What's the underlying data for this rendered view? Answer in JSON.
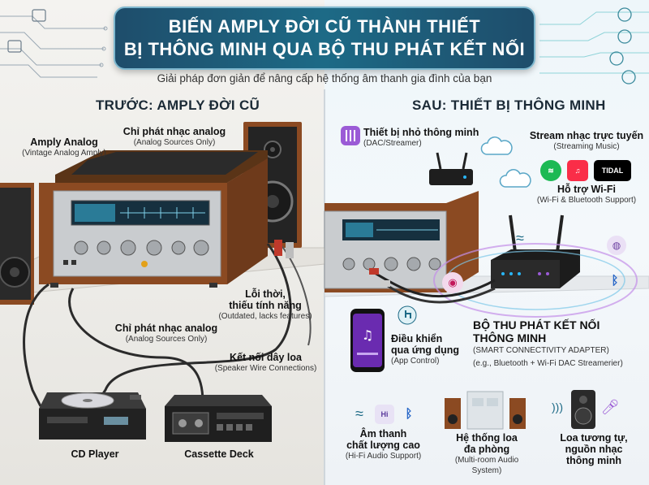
{
  "title": {
    "line1": "BIẾN AMPLY ĐỜI CŨ THÀNH THIẾT",
    "line2": "BỊ THÔNG MINH QUA BỘ THU PHÁT KẾT NỐI"
  },
  "subtitle": "Giải pháp đơn giản để nâng cấp hệ thống âm thanh gia đình của bạn",
  "left": {
    "heading": "TRƯỚC: AMPLY ĐỜI CŨ",
    "amply_analog": {
      "main": "Amply Analog",
      "sub": "(Vintage Analog Amply)"
    },
    "analog_only_top": {
      "main": "Chỉ phát nhạc analog",
      "sub": "(Analog Sources Only)"
    },
    "outdated": {
      "main1": "Lỗi thời,",
      "main2": "thiếu tính năng",
      "sub": "(Outdated, lacks features)"
    },
    "analog_only_mid": {
      "main": "Chỉ phát nhạc analog",
      "sub": "(Analog Sources Only)"
    },
    "speaker_wire": {
      "main": "Kết nối dây loa",
      "sub": "(Speaker Wire Connections)"
    },
    "cd_player": "CD Player",
    "cassette_deck": "Cassette Deck"
  },
  "right": {
    "heading": "SAU: THIẾT BỊ THÔNG MINH",
    "small_device": {
      "main": "Thiết bị nhỏ thông minh",
      "sub": "(DAC/Streamer)"
    },
    "streaming": {
      "main": "Stream nhạc trực tuyến",
      "sub": "(Streaming Music)"
    },
    "apps": {
      "tidal": "TIDAL"
    },
    "wifi": {
      "main": "Hỗ trợ Wi-Fi",
      "sub": "(Wi-Fi & Bluetooth Support)"
    },
    "adapter": {
      "main1": "BỘ THU PHÁT KẾT NỐI",
      "main2": "THÔNG MINH",
      "sub1": "(SMART CONNECTIVITY ADAPTER)",
      "sub2": "(e.g., Bluetooth + Wi-Fi DAC Streamerier)"
    },
    "app_control": {
      "main1": "Điều khiển",
      "main2": "qua ứng dụng",
      "sub": "(App Control)"
    },
    "hifi": {
      "main1": "Âm thanh",
      "main2": "chất lượng cao",
      "sub": "(Hi-Fi Audio Support)"
    },
    "multiroom": {
      "main1": "Hệ thống loa",
      "main2": "đa phòng",
      "sub1": "(Multi-room Audio",
      "sub2": "System)"
    },
    "analog_smart": {
      "main1": "Loa tương tự,",
      "main2": "nguồn nhạc",
      "main3": "thông minh"
    }
  },
  "colors": {
    "banner": "#1d6a86",
    "wood": "#8b4a22",
    "silver": "#c9cccf",
    "spotify": "#1db954",
    "apple_music": "#fa2d48",
    "tidal": "#000000",
    "accent_purple": "#9b5bd6"
  }
}
